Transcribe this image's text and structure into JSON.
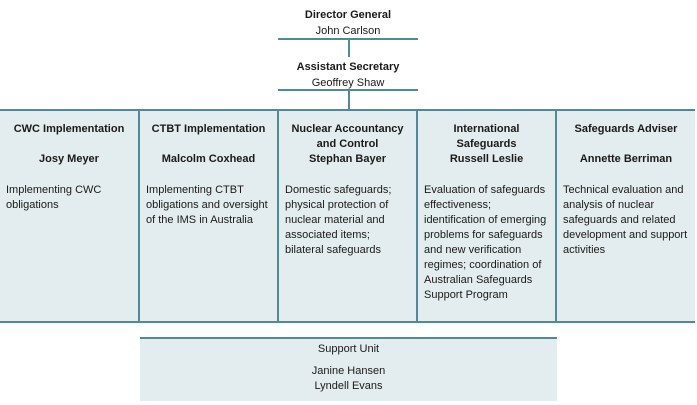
{
  "director": {
    "title": "Director General",
    "name": "John Carlson"
  },
  "assistant": {
    "title": "Assistant Secretary",
    "name": "Geoffrey Shaw"
  },
  "divisions": [
    {
      "title": "CWC Implementation",
      "head": "Josy Meyer",
      "desc": "Implementing CWC obligations"
    },
    {
      "title": "CTBT Implementation",
      "head": "Malcolm Coxhead",
      "desc": "Implementing CTBT obligations and oversight of the IMS in Australia"
    },
    {
      "title": "Nuclear Accountancy and Control",
      "head": "Stephan Bayer",
      "desc": "Domestic safeguards; physical protection of nuclear material and associated items; bilateral safeguards"
    },
    {
      "title": "International Safeguards",
      "head": "Russell Leslie",
      "desc": "Evaluation of safeguards effectiveness; identification of emerging problems for safeguards and new verification regimes; coordination of Australian Safeguards Support Program"
    },
    {
      "title": "Safeguards Adviser",
      "head": "Annette Berriman",
      "desc": "Technical evaluation and analysis of nuclear safeguards and related development and support activities"
    }
  ],
  "support": {
    "title": "Support Unit",
    "members": [
      "Janine Hansen",
      "Lyndell Evans"
    ]
  }
}
